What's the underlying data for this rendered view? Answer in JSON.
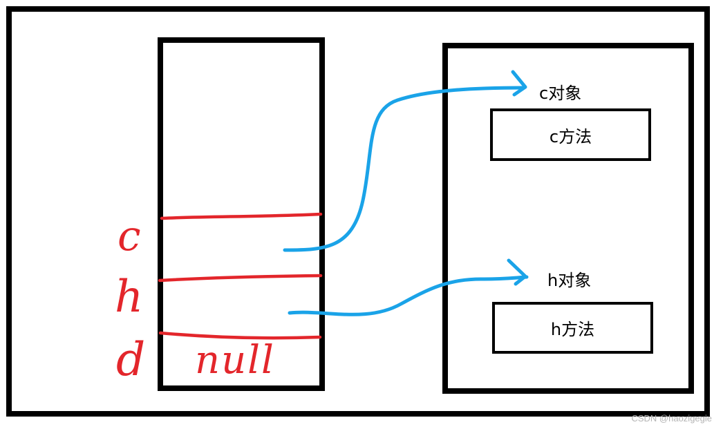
{
  "stack": {
    "vars": [
      {
        "name": "c",
        "value": ""
      },
      {
        "name": "h",
        "value": ""
      },
      {
        "name": "d",
        "value": "null"
      }
    ]
  },
  "heap": {
    "objects": [
      {
        "label": "c对象",
        "method": "c方法"
      },
      {
        "label": "h对象",
        "method": "h方法"
      }
    ]
  },
  "colors": {
    "frame": "#000000",
    "handwriting": "#e3262b",
    "arrow": "#1aa3e8"
  },
  "watermark": "CSDN @haozigegie"
}
